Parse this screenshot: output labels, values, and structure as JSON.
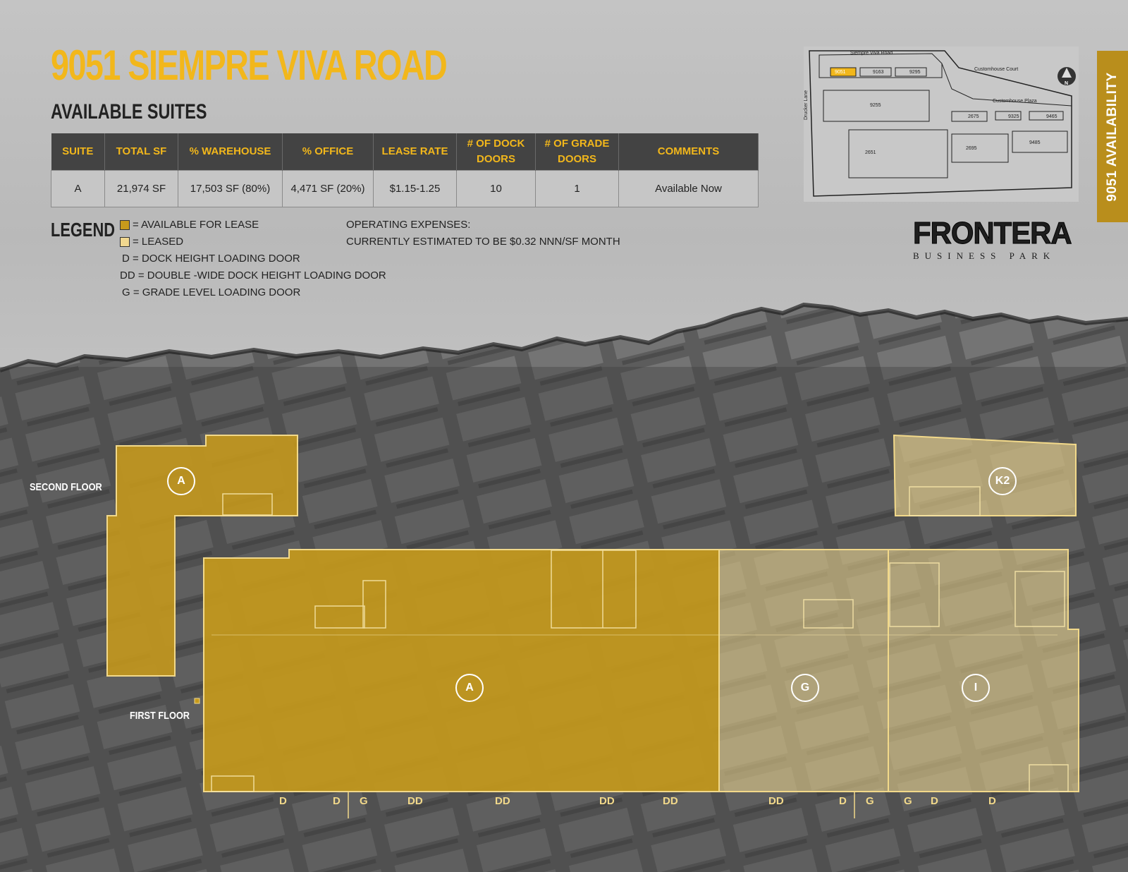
{
  "header": {
    "title": "9051 SIEMPRE VIVA ROAD",
    "subtitle": "AVAILABLE SUITES"
  },
  "table": {
    "columns": [
      "SUITE",
      "TOTAL SF",
      "% WAREHOUSE",
      "% OFFICE",
      "LEASE RATE",
      "# OF DOCK DOORS",
      "# OF GRADE DOORS",
      "COMMENTS"
    ],
    "rows": [
      [
        "A",
        "21,974 SF",
        "17,503 SF (80%)",
        "4,471 SF (20%)",
        "$1.15-1.25",
        "10",
        "1",
        "Available Now"
      ]
    ]
  },
  "legend": {
    "title": "LEGEND",
    "items": [
      {
        "swatch": "#c79a1b",
        "text": "= AVAILABLE FOR LEASE"
      },
      {
        "swatch": "#f1d890",
        "text": "= LEASED"
      },
      {
        "key": "D",
        "text": "= DOCK HEIGHT LOADING DOOR"
      },
      {
        "key": "DD",
        "text": "= DOUBLE -WIDE DOCK HEIGHT LOADING DOOR"
      },
      {
        "key": "G",
        "text": "= GRADE LEVEL LOADING DOOR"
      }
    ]
  },
  "opex": {
    "line1": "OPERATING EXPENSES:",
    "line2": "CURRENTLY ESTIMATED TO BE $0.32 NNN/SF MONTH"
  },
  "logo": {
    "main": "FRONTERA",
    "sub": "BUSINESS PARK"
  },
  "side_tab": "9051 AVAILABILITY",
  "site_map": {
    "roads": [
      "Siempre Viva Road",
      "Customhouse Court",
      "Customhouse Plaza",
      "Drucker Lane"
    ],
    "buildings": [
      "9051",
      "9163",
      "9295",
      "9255",
      "2675",
      "9325",
      "9465",
      "9485",
      "2651",
      "2695"
    ],
    "compass": "N"
  },
  "floorplan": {
    "second_floor_label": "SECOND FLOOR",
    "first_floor_label": "FIRST FLOOR",
    "suites": [
      "A",
      "K2",
      "A",
      "G",
      "I"
    ],
    "doors": [
      "D",
      "D",
      "G",
      "DD",
      "DD",
      "DD",
      "DD",
      "DD",
      "D",
      "G",
      "G",
      "D",
      "D"
    ]
  },
  "colors": {
    "title": "#f2b71b",
    "available": "#c79a1b",
    "leased": "#f1d890",
    "header_bg": "#434343",
    "tab": "#b98e1c"
  }
}
